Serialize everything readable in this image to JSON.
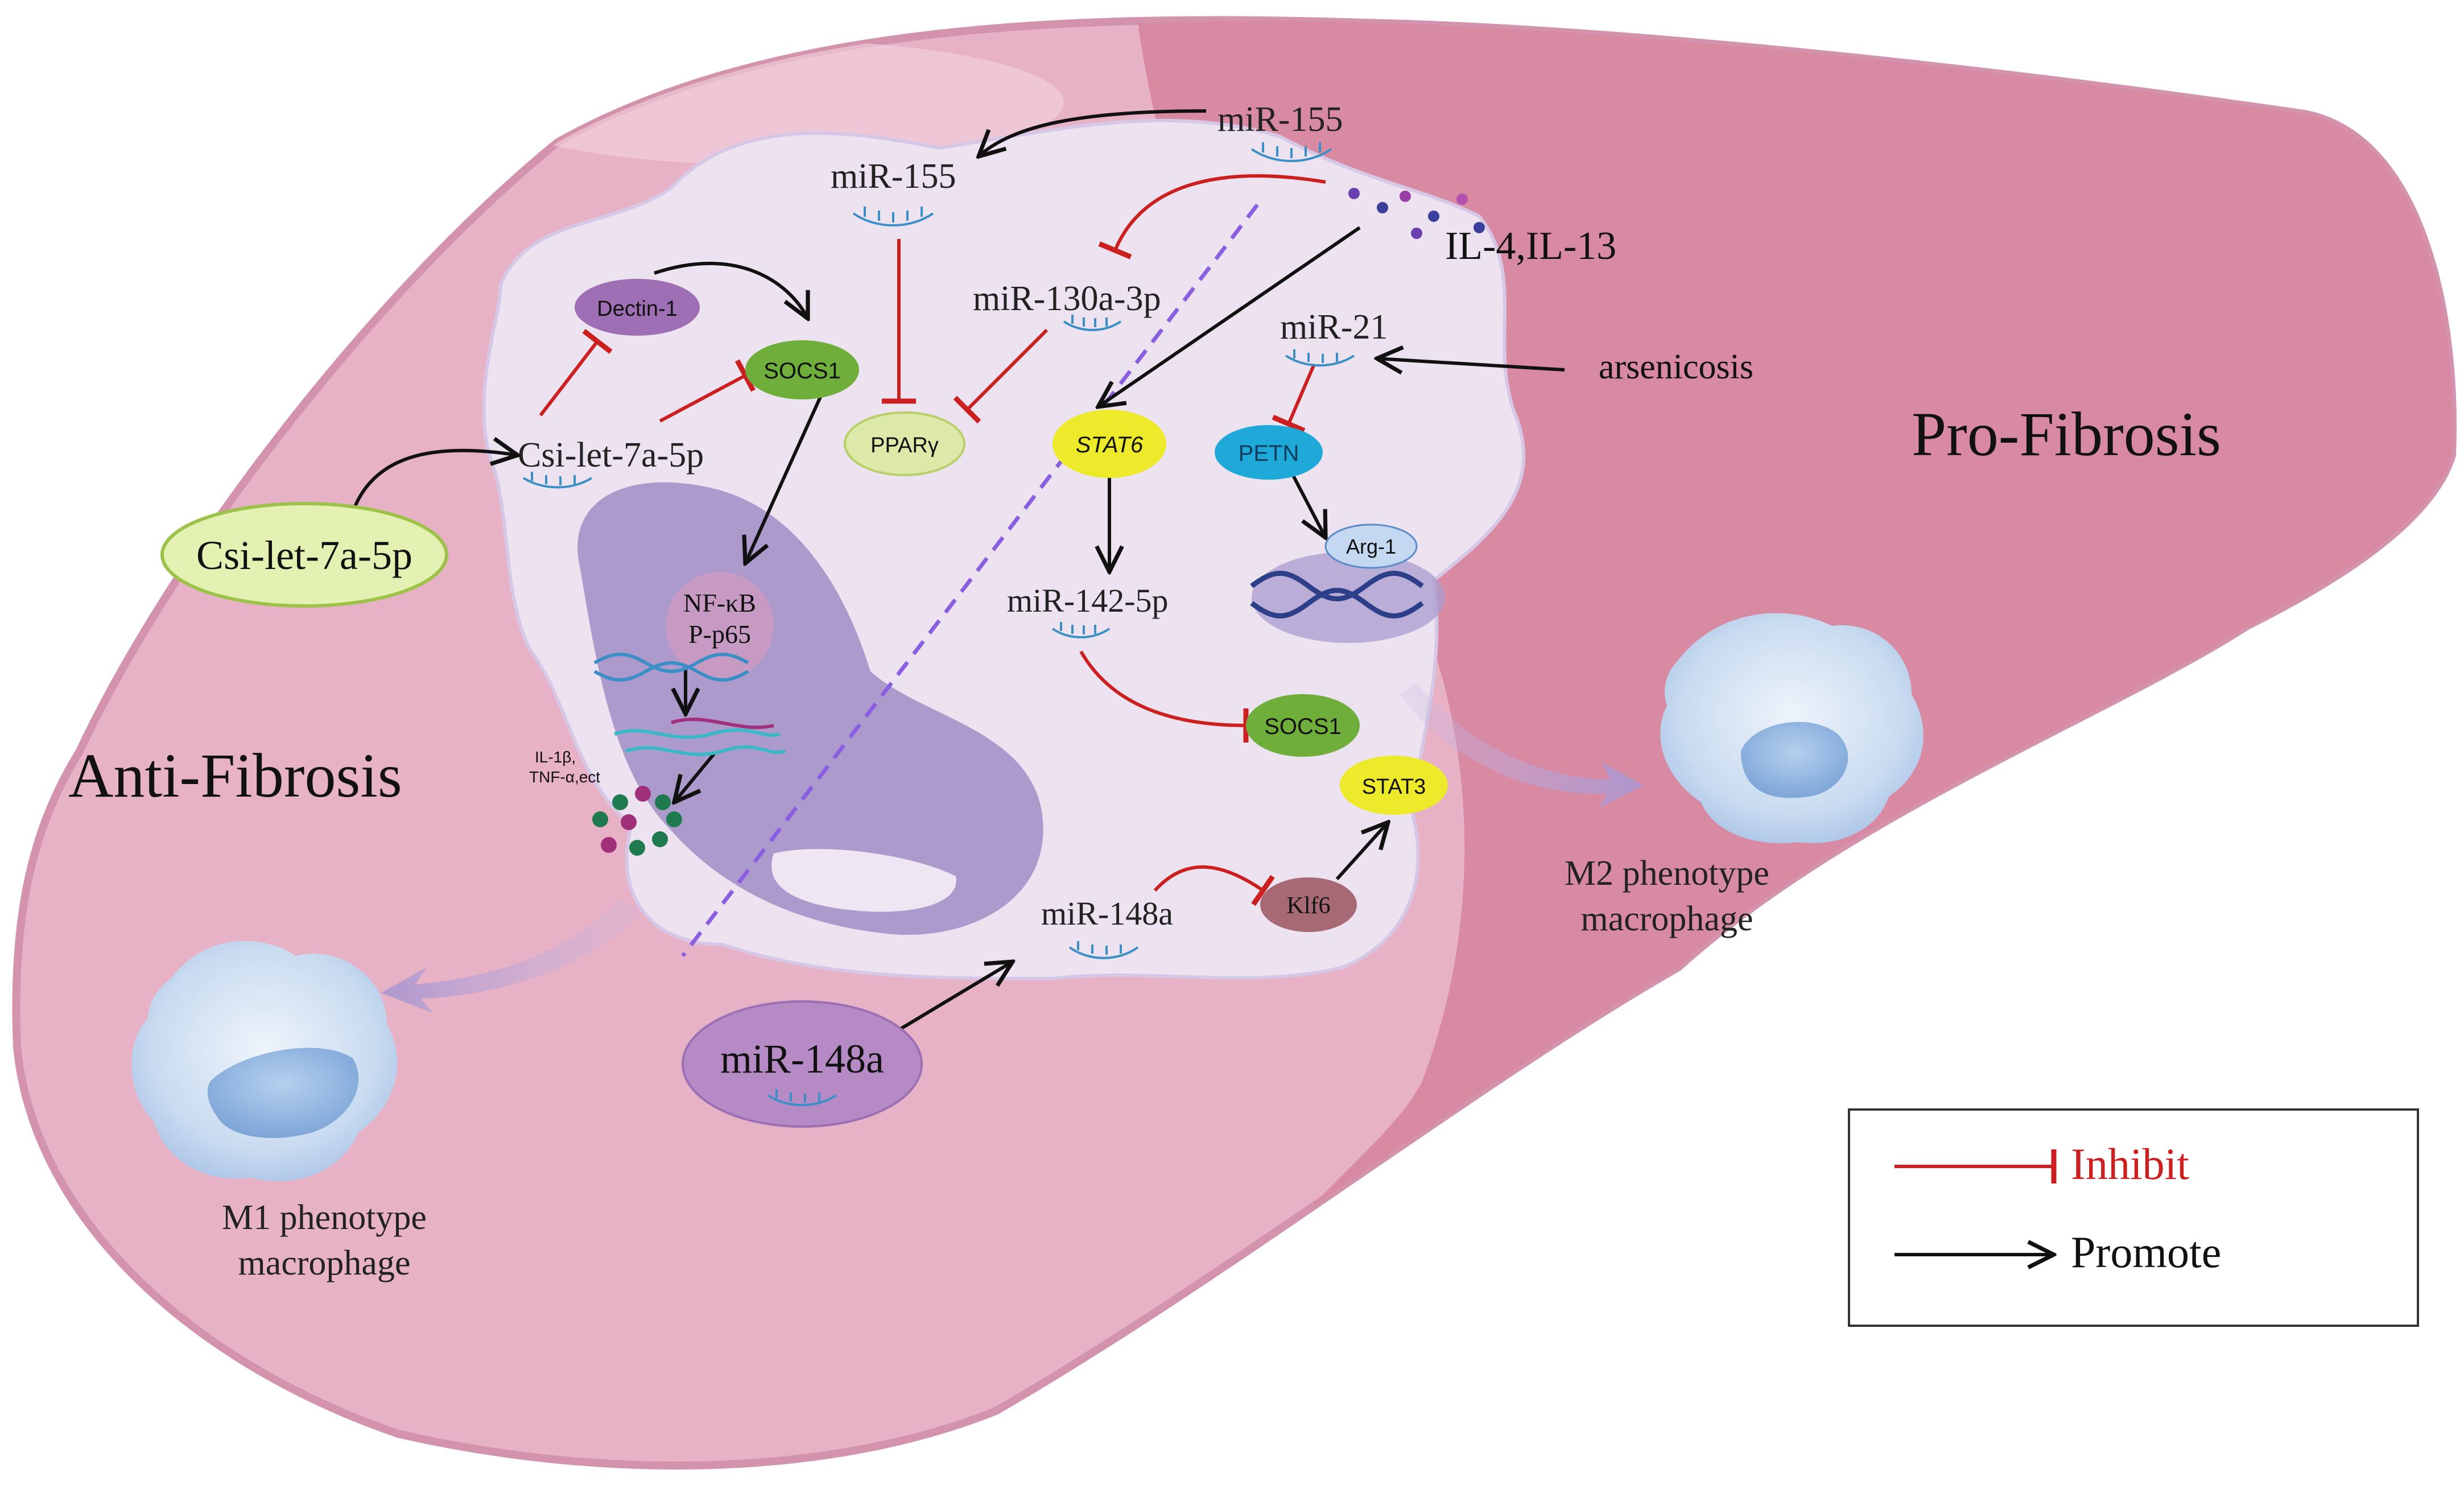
{
  "regions": {
    "anti": "Anti-Fibrosis",
    "pro": "Pro-Fibrosis"
  },
  "mirnas": {
    "mir155_outer": "miR-155",
    "mir155_inner": "miR-155",
    "mir130a": "miR-130a-3p",
    "mir21": "miR-21",
    "mir142": "miR-142-5p",
    "mir148a_inner": "miR-148a",
    "mir148a_outer": "miR-148a",
    "csi_inner": "Csi-let-7a-5p",
    "csi_outer": "Csi-let-7a-5p"
  },
  "factors": {
    "il4_il13": "IL-4,IL-13",
    "arsenicosis": "arsenicosis",
    "dectin1": "Dectin-1",
    "socs1_left": "SOCS1",
    "socs1_right": "SOCS1",
    "ppar": "PPARγ",
    "stat6": "STAT6",
    "petn": "PETN",
    "arg1": "Arg-1",
    "stat3": "STAT3",
    "klf6": "Klf6",
    "nfkb_line1": "NF-κB",
    "nfkb_line2": "P-p65",
    "cytokines_line1": "IL-1β,",
    "cytokines_line2": "TNF-α,ect"
  },
  "macrophages": {
    "m1_line1": "M1 phenotype",
    "m1_line2": "macrophage",
    "m2_line1": "M2 phenotype",
    "m2_line2": "macrophage"
  },
  "legend": {
    "inhibit": "Inhibit",
    "promote": "Promote"
  },
  "colors": {
    "liver": "#e8b2c6",
    "liver_pro": "#d98aa3",
    "cell": "#ece2f0",
    "nucleus": "#a592c8",
    "inhibit": "#cc1f1f",
    "promote": "#111111",
    "dashed": "#8a5ee0"
  }
}
